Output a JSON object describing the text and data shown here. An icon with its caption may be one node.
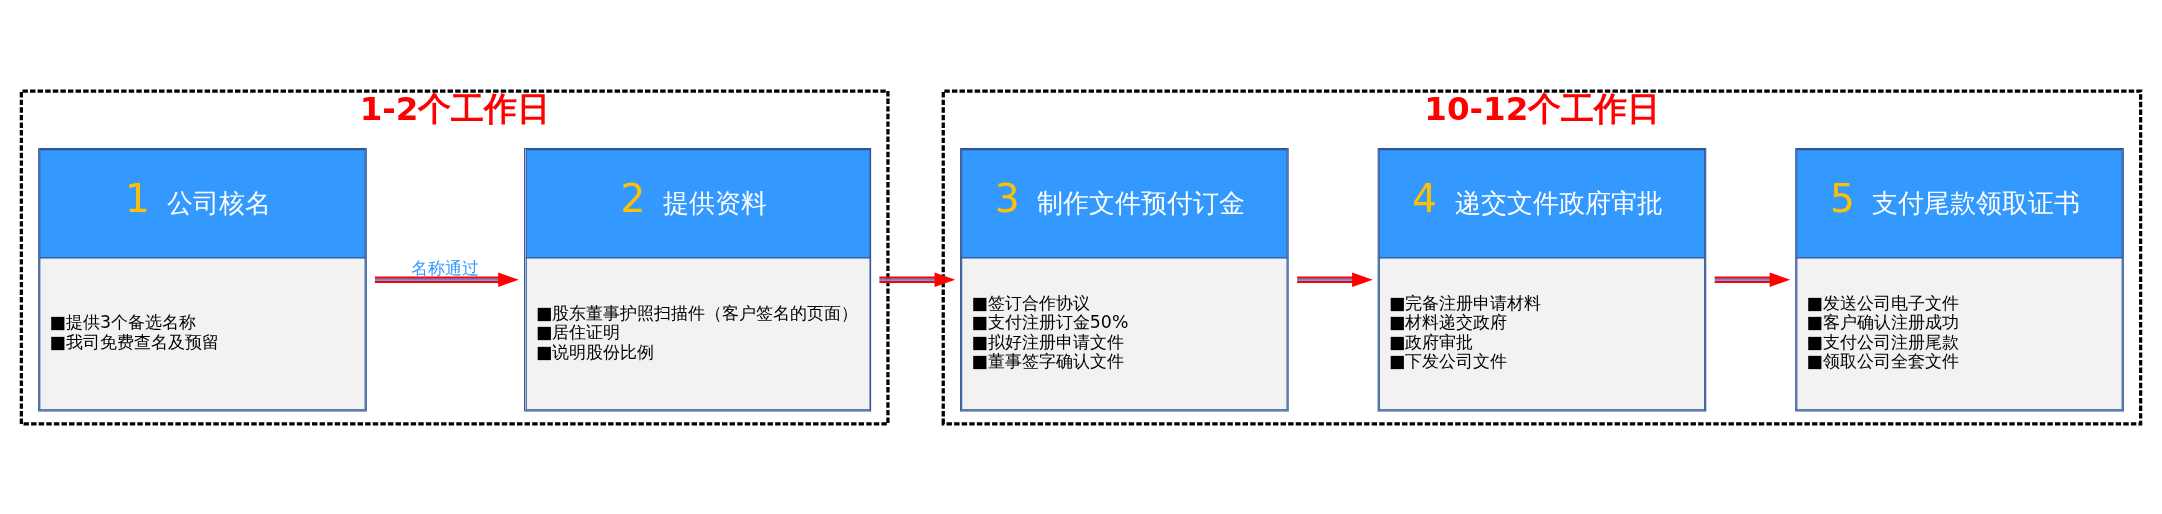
{
  "diagram": {
    "nodes": [
      {
        "text": [
          "1-2个工作日"
        ]
      },
      {
        "text": [
          "1",
          "公司核名",
          "■提供3个备选名称",
          "■我司免费查名及预留"
        ],
        "in": 0
      },
      {
        "text": [
          "2",
          "提供资料",
          "■股东董事护照扫描件（客户签名的页面）",
          "■居住证明",
          "■说明股份比例"
        ],
        "in": 0
      },
      {
        "text": [
          "10-12个工作日"
        ]
      },
      {
        "text": [
          "3",
          "制作文件预付订金",
          "■签订合作协议",
          "■支付注册订金50%",
          "■拟好注册申请文件",
          "■董事签字确认文件"
        ],
        "in": 3
      },
      {
        "text": [
          "4",
          "递交文件政府审批",
          "■完备注册申请材料",
          "■材料递交政府",
          "■政府审批",
          "■下发公司文件"
        ],
        "in": 3
      },
      {
        "text": [
          "5",
          "支付尾款领取证书",
          "■发送公司电子文件",
          "■客户确认注册成功",
          "■支付公司注册尾款",
          "■领取公司全套文件"
        ],
        "in": 3
      }
    ],
    "edges": [
      {
        "from": 1,
        "to": 2,
        "arrow": "to",
        "label": "名称通过"
      },
      {
        "from": 2,
        "to": 4,
        "arrow": "to"
      },
      {
        "from": 4,
        "to": 5,
        "arrow": "to"
      },
      {
        "from": 5,
        "to": 6,
        "arrow": "to"
      }
    ]
  }
}
